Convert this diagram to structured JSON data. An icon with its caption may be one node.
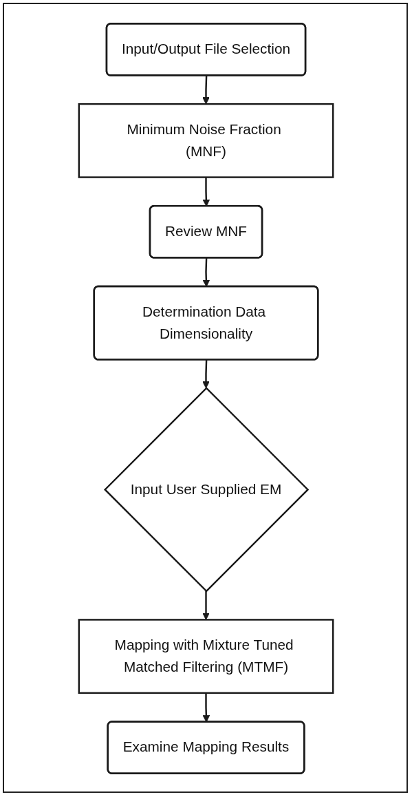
{
  "diagram": {
    "nodes": [
      {
        "text": [
          "Input/Output File Selection"
        ]
      },
      {
        "text": [
          "Minimum Noise Fraction (MNF)"
        ]
      },
      {
        "text": [
          "Review MNF"
        ]
      },
      {
        "text": [
          "Determination Data Dimensionality"
        ]
      },
      {
        "text": [
          "Input User Supplied EM"
        ]
      },
      {
        "text": [
          "Mapping with Mixture Tuned Matched Filtering (MTMF)"
        ]
      },
      {
        "text": [
          "Examine Mapping Results"
        ]
      }
    ],
    "edges": [
      {
        "from": 0,
        "to": 1,
        "arrow": "to"
      },
      {
        "from": 1,
        "to": 2,
        "arrow": "to"
      },
      {
        "from": 2,
        "to": 3,
        "arrow": "to"
      },
      {
        "from": 3,
        "to": 4,
        "arrow": "to"
      },
      {
        "from": 4,
        "to": 5,
        "arrow": "to"
      },
      {
        "from": 5,
        "to": 6,
        "arrow": "to"
      }
    ]
  }
}
